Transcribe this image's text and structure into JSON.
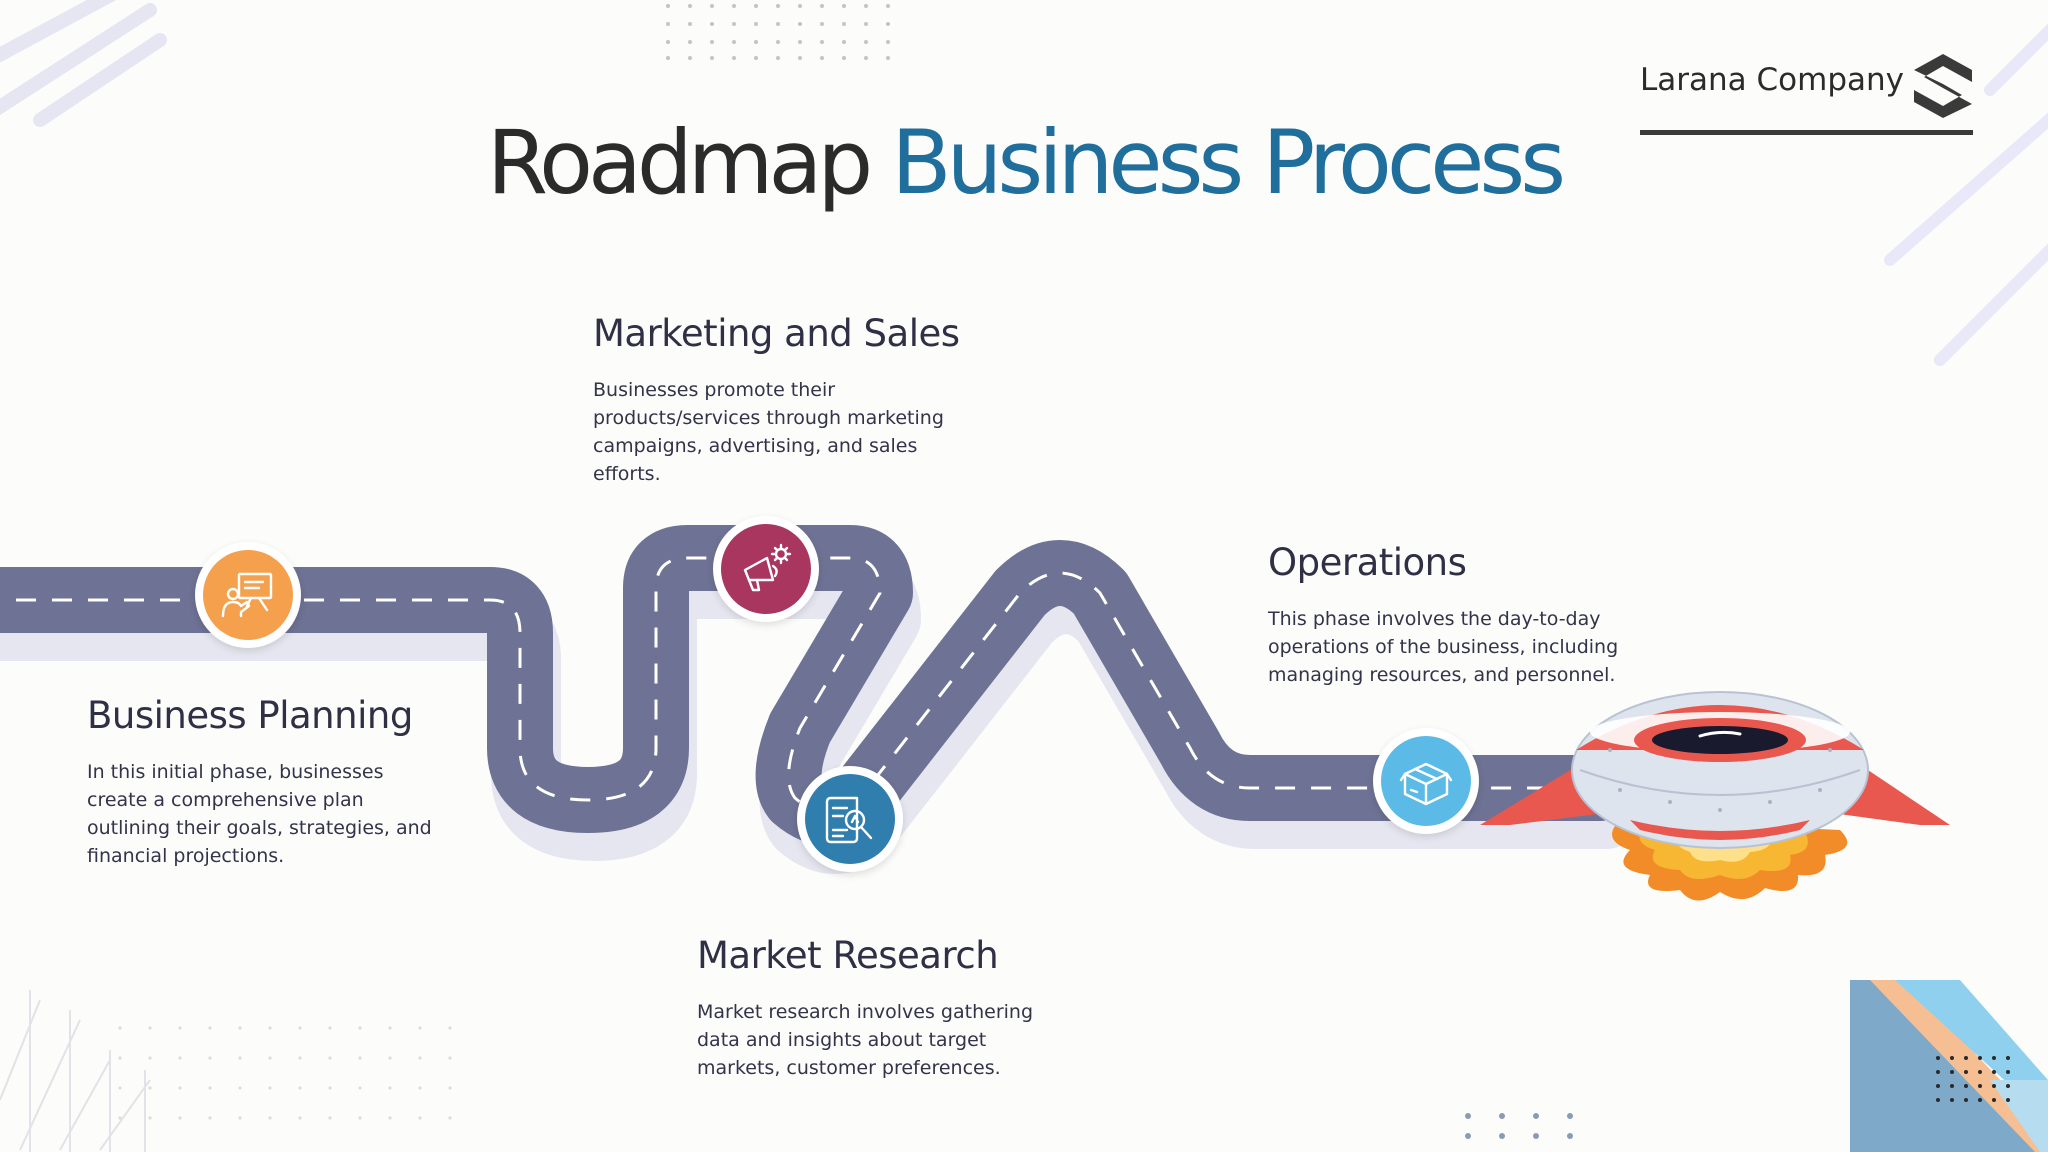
{
  "brand": {
    "name": "Larana Company",
    "logo_icon": "stacked-s-logo-icon"
  },
  "title": {
    "part1": "Roadmap",
    "part2": "Business Process"
  },
  "colors": {
    "accent": "#1f6e9c",
    "road": "#6e7294",
    "text": "#2b2b2b"
  },
  "steps": [
    {
      "title": "Business Planning",
      "description": "In this initial phase, businesses create a comprehensive plan outlining their goals, strategies, and financial projections.",
      "icon": "presentation-board-icon",
      "color": "#f5a04c"
    },
    {
      "title": "Marketing and Sales",
      "description": "Businesses promote their products/services through marketing campaigns, advertising, and sales efforts.",
      "icon": "megaphone-gear-icon",
      "color": "#a8365f"
    },
    {
      "title": "Market Research",
      "description": "Market research involves gathering data and insights about target markets, customer preferences.",
      "icon": "document-magnifier-icon",
      "color": "#2f7eae"
    },
    {
      "title": "Operations",
      "description": "This phase involves the day-to-day operations of the business, including managing resources, and personnel.",
      "icon": "package-box-icon",
      "color": "#5cbbe6"
    }
  ]
}
